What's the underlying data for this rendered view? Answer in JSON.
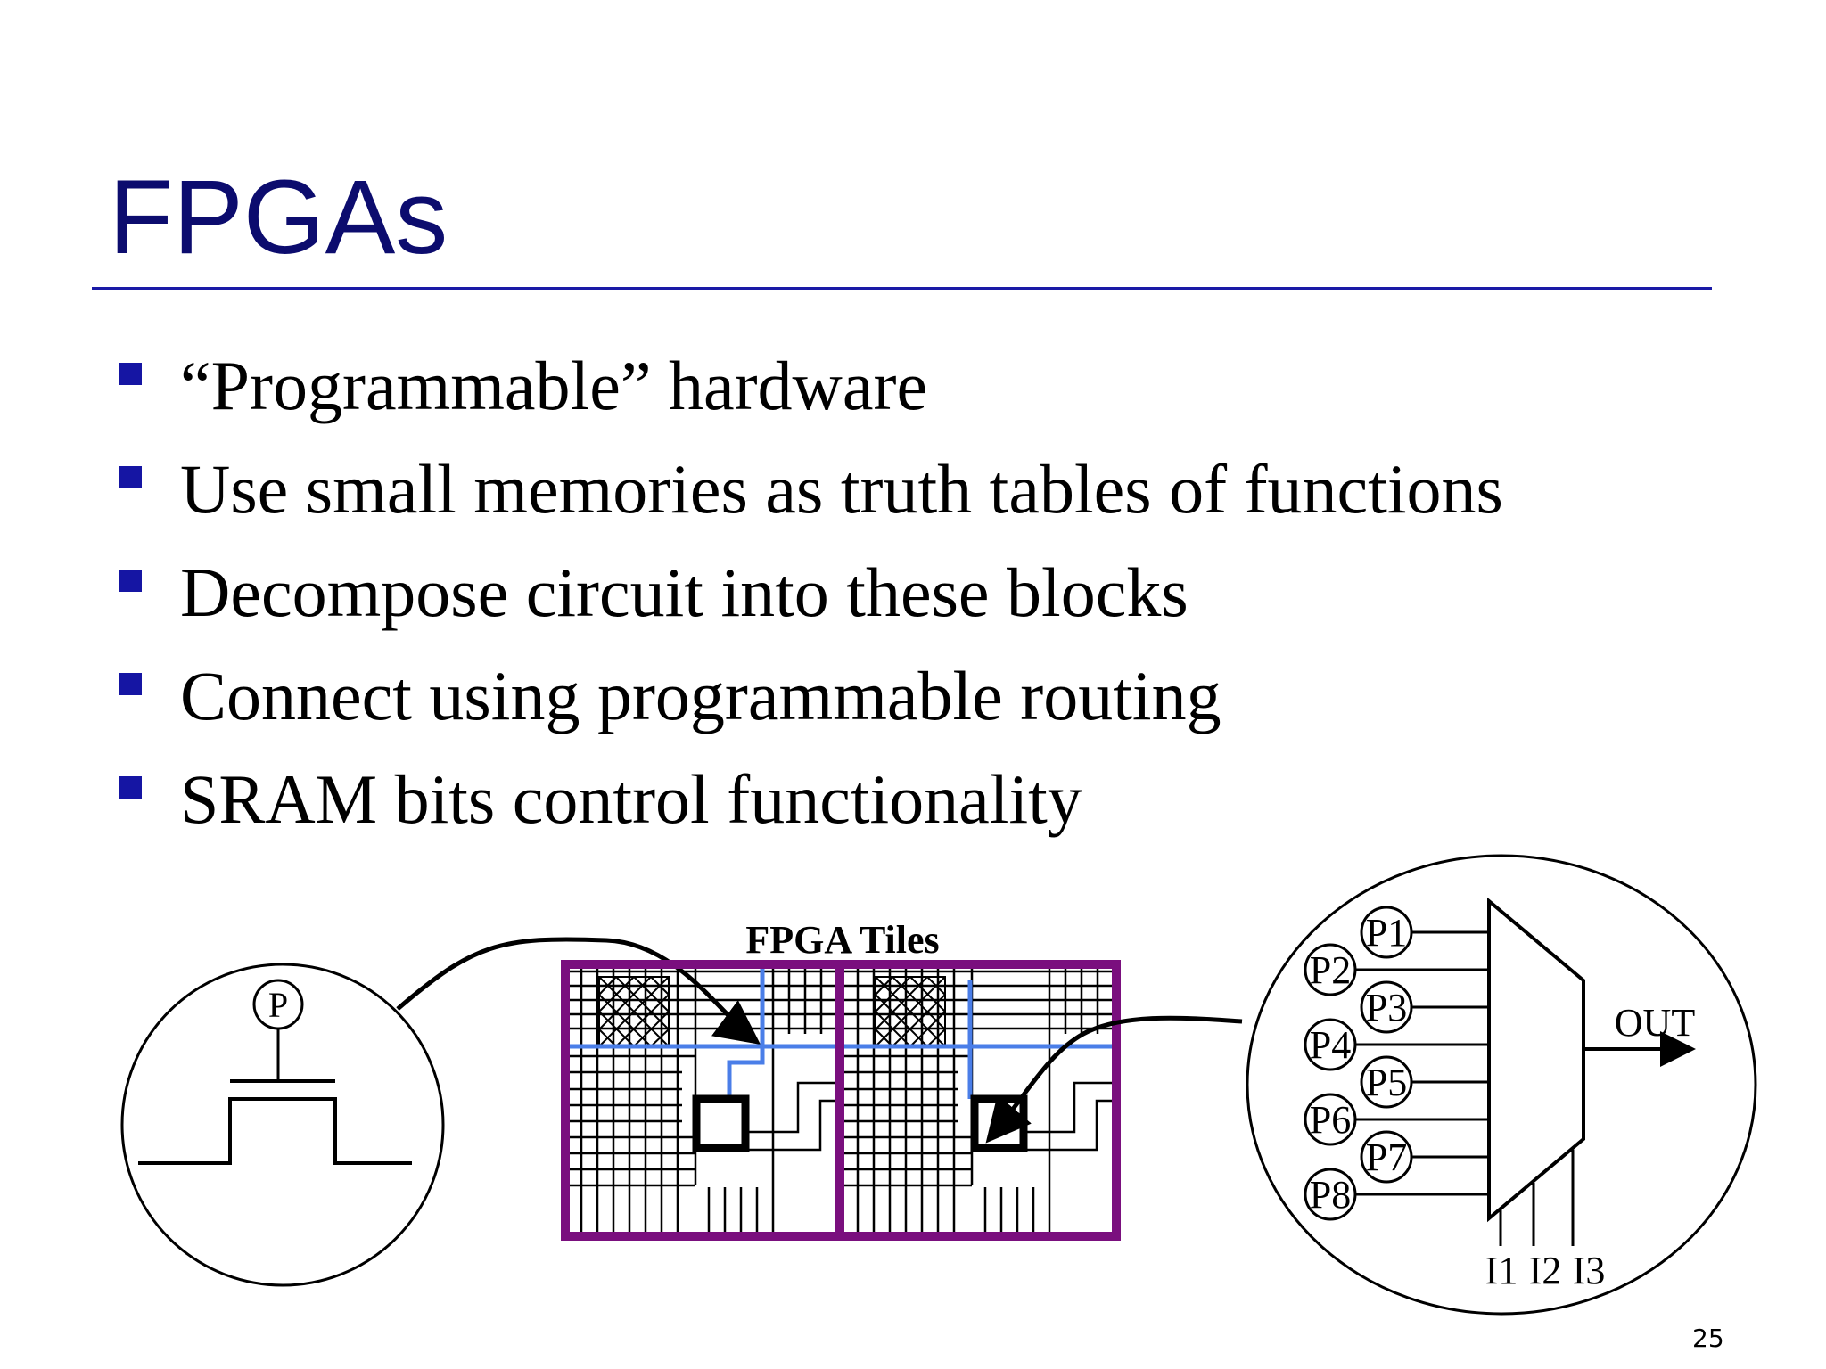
{
  "slide": {
    "title": "FPGAs",
    "bullets": [
      "“Programmable” hardware",
      "Use small memories as truth tables of functions",
      "Decompose circuit into these blocks",
      "Connect using programmable routing",
      "SRAM bits control functionality"
    ],
    "page_number": "25"
  },
  "diagram": {
    "transistor": {
      "gate_label": "P"
    },
    "tiles": {
      "title": "FPGA Tiles"
    },
    "lut": {
      "inputs": [
        "P1",
        "P2",
        "P3",
        "P4",
        "P5",
        "P6",
        "P7",
        "P8"
      ],
      "selects": [
        "I1",
        "I2",
        "I3"
      ],
      "output_label": "OUT"
    }
  },
  "colors": {
    "title": "#0c0c6e",
    "rule": "#1a1aa6",
    "bullet": "#1515a3",
    "tile_border": "#7a0f7e",
    "route_blue": "#4a7ee8"
  }
}
